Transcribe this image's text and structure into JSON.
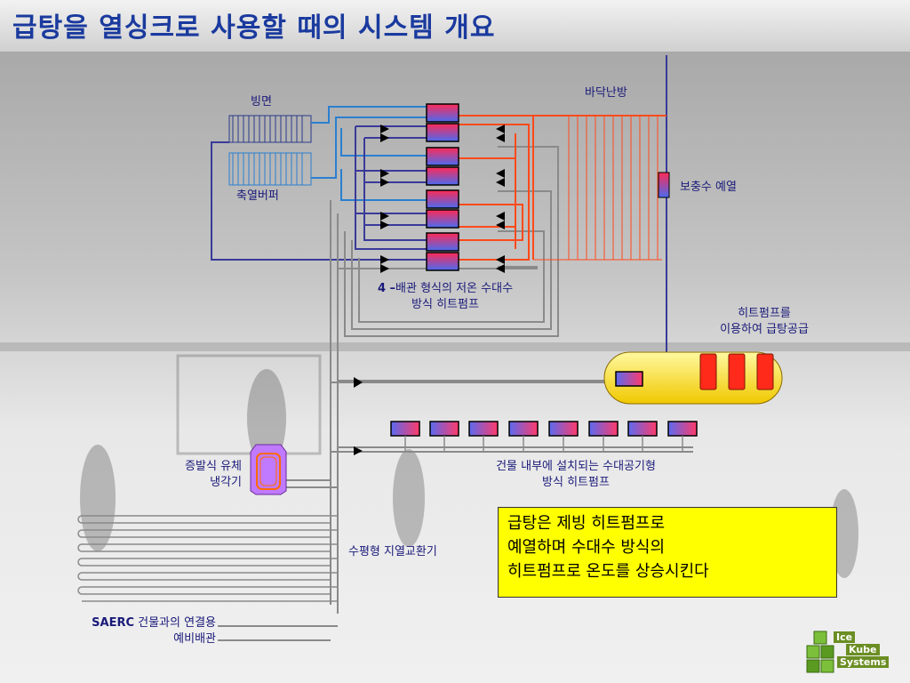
{
  "title": "급탕을 열싱크로 사용할 때의 시스템 개요",
  "labels": {
    "ice_surface": "빙면",
    "floor_heating": "바닥난방",
    "storage_buffer": "축열버퍼",
    "makeup_preheat": "보충수 예열",
    "heat_pump_line1_bold": "4 –",
    "heat_pump_line1": "배관 형식의 저온 수대수",
    "heat_pump_line2": "방식 히트펌프",
    "hot_water_line1": "히트펌프를",
    "hot_water_line2": "이용하여 급탕공급",
    "building_hp_line1": "건물 내부에 설치되는 수대공기형",
    "building_hp_line2": "방식 히트펌프",
    "evap_line1": "증발식 유체",
    "evap_line2": "냉각기",
    "ground_hx": "수평형 지열교환기",
    "saerc_bold": "SAERC",
    "saerc_line1": " 건물과의 연결용",
    "saerc_line2": "예비배관"
  },
  "note": {
    "line1": "급탕은 제빙 히트펌프로",
    "line2": "예열하며 수대수 방식의",
    "line3": "히트펌프로 온도를 상승시킨다"
  },
  "logo": {
    "line1": "Ice",
    "line2": "Kube",
    "line3": "Systems"
  },
  "colors": {
    "title": "#1a3a9e",
    "cold_pipe": "#2a7fd0",
    "hot_pipe": "#ff4a1a",
    "main_pipe": "#3a3a9a",
    "grey_pipe": "#8a8a8a",
    "note_bg": "#ffff00"
  }
}
